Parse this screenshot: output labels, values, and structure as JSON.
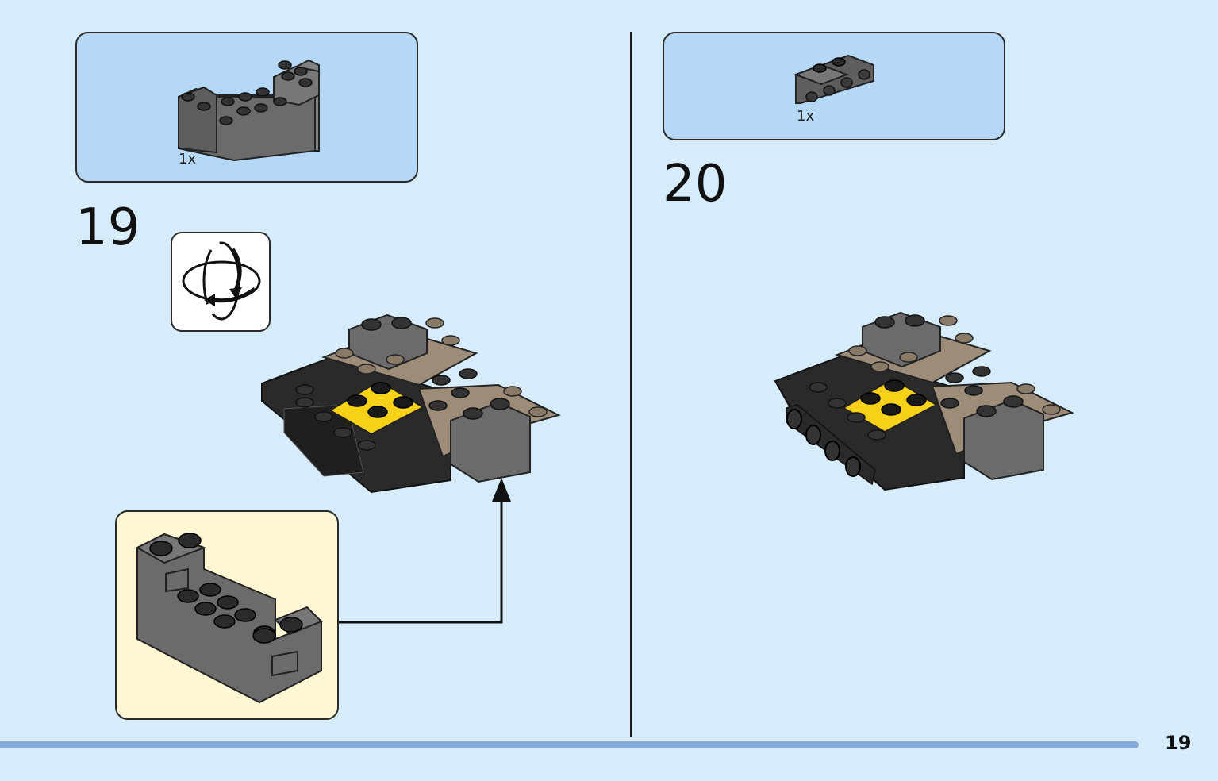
{
  "page": {
    "number": "19"
  },
  "step19": {
    "number": "19",
    "parts": [
      {
        "quantity": "1x",
        "part": "dark-gray-bracket-brick-icon"
      }
    ],
    "rotate_icon": "rotate-model-icon",
    "callout_part": "dark-gray-bracket-brick-icon"
  },
  "step20": {
    "number": "20",
    "parts": [
      {
        "quantity": "1x",
        "part": "dark-gray-studs-side-plate-icon"
      }
    ]
  },
  "colors": {
    "background": "#d6ecfb",
    "parts_box": "#b5d8f6",
    "callout_box": "#fff6d4",
    "footer_bar": "#85a9d9",
    "brick_dark_gray": "#6b6b6b",
    "brick_black": "#2a2a2a",
    "brick_tan": "#9c8c78",
    "brick_yellow": "#f7d117"
  }
}
